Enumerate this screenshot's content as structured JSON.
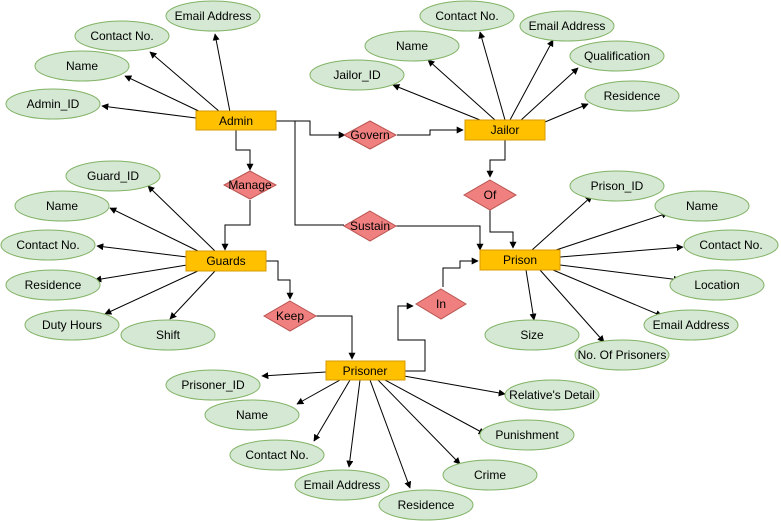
{
  "entities": {
    "admin": "Admin",
    "jailor": "Jailor",
    "guards": "Guards",
    "prison": "Prison",
    "prisoner": "Prisoner"
  },
  "relationships": {
    "govern": "Govern",
    "manage": "Manage",
    "of": "Of",
    "sustain": "Sustain",
    "keep": "Keep",
    "in": "In"
  },
  "attributes": {
    "admin": [
      "Email Address",
      "Contact No.",
      "Name",
      "Admin_ID"
    ],
    "jailor": [
      "Contact No.",
      "Email Address",
      "Name",
      "Qualification",
      "Jailor_ID",
      "Residence"
    ],
    "guards": [
      "Guard_ID",
      "Name",
      "Contact No.",
      "Residence",
      "Duty Hours",
      "Shift"
    ],
    "prison": [
      "Prison_ID",
      "Name",
      "Contact No.",
      "Location",
      "Email Address",
      "Size",
      "No. Of Prisoners"
    ],
    "prisoner": [
      "Prisoner_ID",
      "Name",
      "Contact No.",
      "Email Address",
      "Residence",
      "Crime",
      "Punishment",
      "Relative's Detail"
    ]
  },
  "colors": {
    "entity_fill": "#ffc000",
    "attribute_fill": "#d5e8d4",
    "relationship_fill": "#f08080"
  }
}
